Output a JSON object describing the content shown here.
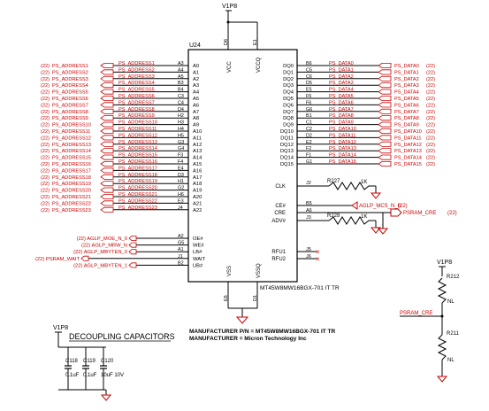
{
  "power_net": "V1P8",
  "chip": {
    "ref": "U24",
    "part_label": "MT45W8MW16BGX-701 IT TR",
    "pins_top": [
      {
        "num": "D6",
        "name": "VCC"
      },
      {
        "num": "E1",
        "name": "VCCQ"
      }
    ],
    "pins_bottom": [
      {
        "num": "E6",
        "name": "VSS"
      },
      {
        "num": "D1",
        "name": "VSSQ"
      }
    ],
    "left_pins": [
      {
        "ext": "(22)",
        "net": "PS_ADDRESS1",
        "ball": "A3",
        "pin": "A0"
      },
      {
        "ext": "(22)",
        "net": "PS_ADDRESS2",
        "ball": "A4",
        "pin": "A1"
      },
      {
        "ext": "(22)",
        "net": "PS_ADDRESS3",
        "ball": "A5",
        "pin": "A2"
      },
      {
        "ext": "(22)",
        "net": "PS_ADDRESS4",
        "ball": "B3",
        "pin": "A3"
      },
      {
        "ext": "(22)",
        "net": "PS_ADDRESS5",
        "ball": "B4",
        "pin": "A4"
      },
      {
        "ext": "(22)",
        "net": "PS_ADDRESS6",
        "ball": "C3",
        "pin": "A5"
      },
      {
        "ext": "(22)",
        "net": "PS_ADDRESS7",
        "ball": "C4",
        "pin": "A6"
      },
      {
        "ext": "(22)",
        "net": "PS_ADDRESS8",
        "ball": "D4",
        "pin": "A7"
      },
      {
        "ext": "(22)",
        "net": "PS_ADDRESS9",
        "ball": "H2",
        "pin": "A8"
      },
      {
        "ext": "(22)",
        "net": "PS_ADDRESS10",
        "ball": "H3",
        "pin": "A9"
      },
      {
        "ext": "(22)",
        "net": "PS_ADDRESS11",
        "ball": "H4",
        "pin": "A10"
      },
      {
        "ext": "(22)",
        "net": "PS_ADDRESS12",
        "ball": "H5",
        "pin": "A11"
      },
      {
        "ext": "(22)",
        "net": "PS_ADDRESS13",
        "ball": "G3",
        "pin": "A12"
      },
      {
        "ext": "(22)",
        "net": "PS_ADDRESS14",
        "ball": "G4",
        "pin": "A13"
      },
      {
        "ext": "(22)",
        "net": "PS_ADDRESS15",
        "ball": "F3",
        "pin": "A14"
      },
      {
        "ext": "(22)",
        "net": "PS_ADDRESS16",
        "ball": "F4",
        "pin": "A15"
      },
      {
        "ext": "(22)",
        "net": "PS_ADDRESS17",
        "ball": "E4",
        "pin": "A16"
      },
      {
        "ext": "(22)",
        "net": "PS_ADDRESS18",
        "ball": "D3",
        "pin": "A17"
      },
      {
        "ext": "(22)",
        "net": "PS_ADDRESS19",
        "ball": "H1",
        "pin": "A18"
      },
      {
        "ext": "(22)",
        "net": "PS_ADDRESS20",
        "ball": "G2",
        "pin": "A19"
      },
      {
        "ext": "(22)",
        "net": "PS_ADDRESS21",
        "ball": "H6",
        "pin": "A20"
      },
      {
        "ext": "(22)",
        "net": "PS_ADDRESS22",
        "ball": "E3",
        "pin": "A21"
      },
      {
        "ext": "(22)",
        "net": "PS_ADDRESS23",
        "ball": "J4",
        "pin": "A22"
      }
    ],
    "control_pins": [
      {
        "ext": "(22)",
        "net": "AGLP_MOE_N_0",
        "ball": "A2",
        "pin": "OE#"
      },
      {
        "ext": "(22)",
        "net": "AGLP_MRW_N",
        "ball": "G5",
        "pin": "WE#"
      },
      {
        "ext": "(22)",
        "net": "AGLP_MBYTEN_0",
        "ball": "A1",
        "pin": "LB#"
      },
      {
        "ext": "(22)",
        "net": "PSRAM_WAIT",
        "ball": "J1",
        "pin": "WAIT"
      },
      {
        "ext": "(22)",
        "net": "AGLP_MBYTEN_1",
        "ball": "B2",
        "pin": "UB#"
      }
    ],
    "right_pins": [
      {
        "pin": "DQ0",
        "ball": "B6",
        "net": "PS_DATA0",
        "ext": "(22)"
      },
      {
        "pin": "DQ1",
        "ball": "C5",
        "net": "PS_DATA1",
        "ext": "(22)"
      },
      {
        "pin": "DQ2",
        "ball": "C6",
        "net": "PS_DATA2",
        "ext": "(22)"
      },
      {
        "pin": "DQ3",
        "ball": "D5",
        "net": "PS_DATA3",
        "ext": "(22)"
      },
      {
        "pin": "DQ4",
        "ball": "E5",
        "net": "PS_DATA4",
        "ext": "(22)"
      },
      {
        "pin": "DQ5",
        "ball": "F5",
        "net": "PS_DATA5",
        "ext": "(22)"
      },
      {
        "pin": "DQ6",
        "ball": "F6",
        "net": "PS_DATA6",
        "ext": "(22)"
      },
      {
        "pin": "DQ7",
        "ball": "G6",
        "net": "PS_DATA7",
        "ext": "(22)"
      },
      {
        "pin": "DQ8",
        "ball": "B1",
        "net": "PS_DATA8",
        "ext": "(22)"
      },
      {
        "pin": "DQ9",
        "ball": "C1",
        "net": "PS_DATA9",
        "ext": "(22)"
      },
      {
        "pin": "DQ10",
        "ball": "C2",
        "net": "PS_DATA10",
        "ext": "(22)"
      },
      {
        "pin": "DQ11",
        "ball": "D2",
        "net": "PS_DATA11",
        "ext": "(22)"
      },
      {
        "pin": "DQ12",
        "ball": "E2",
        "net": "PS_DATA12",
        "ext": "(22)"
      },
      {
        "pin": "DQ13",
        "ball": "F2",
        "net": "PS_DATA13",
        "ext": "(22)"
      },
      {
        "pin": "DQ14",
        "ball": "F1",
        "net": "PS_DATA14",
        "ext": "(22)"
      },
      {
        "pin": "DQ15",
        "ball": "G1",
        "net": "PS_DATA15",
        "ext": "(22)"
      }
    ],
    "misc_pins": [
      {
        "pin": "CLK",
        "ball": "J2"
      },
      {
        "pin": "CE#",
        "ball": "B5"
      },
      {
        "pin": "CRE",
        "ball": "A6"
      },
      {
        "pin": "ADV#",
        "ball": "J3"
      },
      {
        "pin": "RFU1",
        "ball": "J5"
      },
      {
        "pin": "RFU2",
        "ball": "J6"
      }
    ]
  },
  "clk_resistor": {
    "ref": "R227",
    "value": "1K"
  },
  "adv_resistor": {
    "ref": "R228",
    "value": "1K"
  },
  "cs_net": {
    "net": "AGLP_MCS_N_0",
    "ext": "(22)"
  },
  "cre_net": {
    "net": "PSRAM_CRE",
    "ext": "(22)"
  },
  "manufacturer": {
    "pn_line": "MANUFACTURER P/N = MT45W8MW16BGX-701 IT TR",
    "mfr_line": "MANUFACTURER = Micron Technology Inc"
  },
  "decoupling": {
    "title": "DECOUPLING CAPACITORS",
    "rail": "V1P8",
    "caps": [
      {
        "ref": "C118",
        "value": "0.1uF"
      },
      {
        "ref": "C119",
        "value": "0.1uF"
      },
      {
        "ref": "C120",
        "value": "10uF 10V"
      }
    ]
  },
  "divider": {
    "rail": "V1P8",
    "top": {
      "ref": "R212",
      "value": "NL"
    },
    "bottom": {
      "ref": "R211",
      "value": "NL"
    },
    "mid_net": "PSRAM_CRE"
  },
  "colors": {
    "line": "#000000",
    "net": "#cc0000",
    "ref": "#000000"
  }
}
